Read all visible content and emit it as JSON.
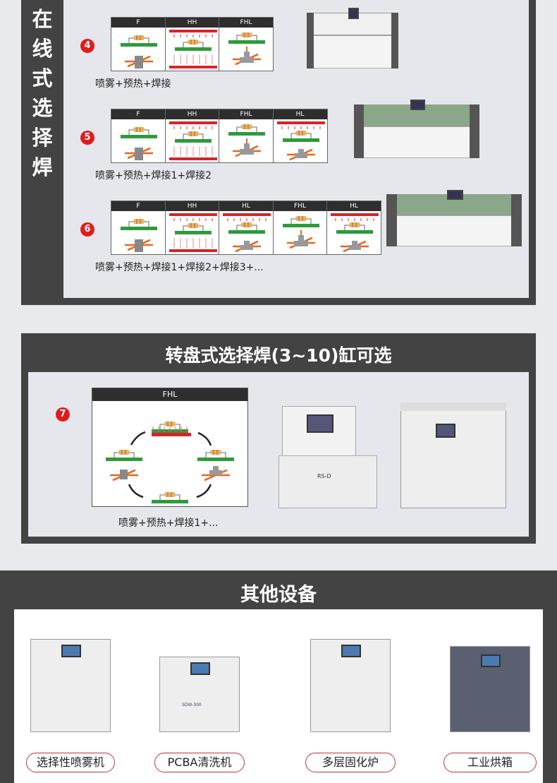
{
  "inline": {
    "side_title": [
      "在",
      "线",
      "式",
      "选",
      "择",
      "焊"
    ],
    "rows": [
      {
        "badge": "4",
        "tiles": [
          "F",
          "HH",
          "FHL"
        ],
        "caption": "喷雾+预热+焊接"
      },
      {
        "badge": "5",
        "tiles": [
          "F",
          "HH",
          "FHL",
          "HL"
        ],
        "caption": "喷雾+预热+焊接1+焊接2"
      },
      {
        "badge": "6",
        "tiles": [
          "F",
          "HH",
          "HL",
          "FHL",
          "HL"
        ],
        "caption": "喷雾+预热+焊接1+焊接2+焊接3+..."
      }
    ]
  },
  "rotary": {
    "title": "转盘式选择焊(3~10)缸可选",
    "badge": "7",
    "tile": "FHL",
    "caption": "喷雾+预热+焊接1+...",
    "machine_label": "RS-D"
  },
  "other": {
    "title": "其他设备",
    "products": [
      {
        "label": "选择性喷雾机"
      },
      {
        "label": "PCBA清洗机",
        "model": "SDW-300"
      },
      {
        "label": "多层固化炉"
      },
      {
        "label": "工业烘箱"
      }
    ]
  },
  "colors": {
    "frame": "#434343",
    "panel": "#e6e7ec",
    "badge": "#e11c1c",
    "pcb": "#2e9a3c",
    "heater": "#d9232a",
    "flow": "#e8661f"
  }
}
